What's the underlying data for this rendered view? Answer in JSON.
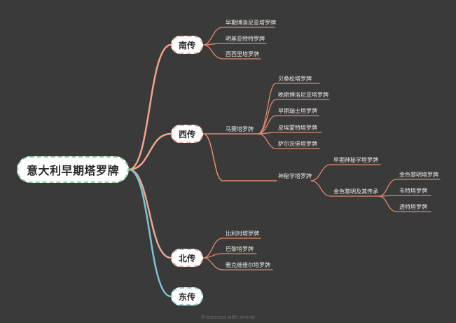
{
  "title": "意大利早期塔罗牌",
  "branches": {
    "south": {
      "label": "南传",
      "items": [
        "早期博洛尼亚塔罗牌",
        "明基亚特特罗牌",
        "西西里塔罗牌"
      ]
    },
    "west": {
      "label": "西传",
      "marseille": {
        "label": "马赛塔罗牌",
        "items": [
          "贝桑松塔罗牌",
          "晚期博洛尼亚塔罗牌",
          "早期瑞士塔罗牌",
          "皮埃蒙特塔罗牌",
          "萨尔茨堡塔罗牌"
        ]
      },
      "occult": {
        "label": "神秘学塔罗牌",
        "early": "早期神秘学塔罗牌",
        "golden_dawn": {
          "label": "金色黎明及其传承",
          "items": [
            "金色黎明塔罗牌",
            "韦特塔罗牌",
            "透特塔罗牌"
          ]
        }
      }
    },
    "north": {
      "label": "北传",
      "items": [
        "比利时塔罗牌",
        "巴黎塔罗牌",
        "雅克维维尔塔罗牌"
      ]
    },
    "east": {
      "label": "东传"
    }
  },
  "footer": "Presented with xmind",
  "colors": {
    "background": "#3a3a3a",
    "pink_line": "#f0a58c",
    "blue_line": "#7ec4d4",
    "leaf_underline": "#e08a6e"
  }
}
